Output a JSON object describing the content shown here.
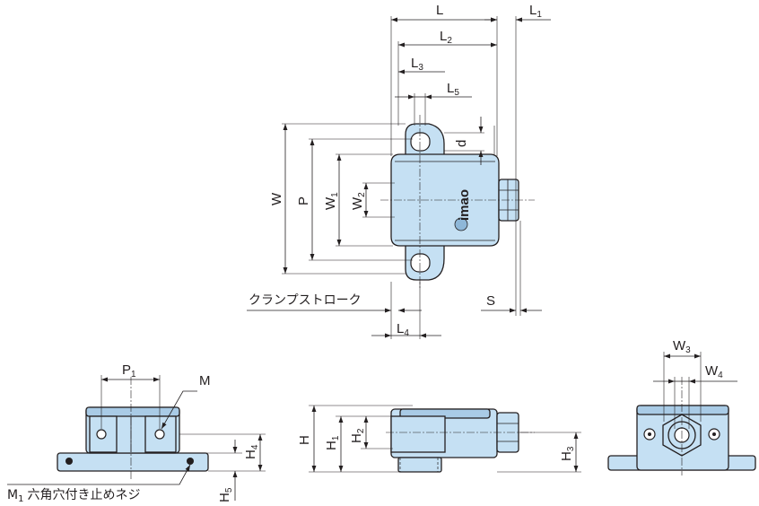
{
  "labels": {
    "L": "L",
    "L1": "L",
    "L1_sub": "1",
    "L2": "L",
    "L2_sub": "2",
    "L3": "L",
    "L3_sub": "3",
    "L4": "L",
    "L4_sub": "4",
    "L5": "L",
    "L5_sub": "5",
    "d": "d",
    "W": "W",
    "P": "P",
    "W1": "W",
    "W1_sub": "1",
    "W2": "W",
    "W2_sub": "2",
    "W3": "W",
    "W3_sub": "3",
    "W4": "W",
    "W4_sub": "4",
    "S": "S",
    "P1": "P",
    "P1_sub": "1",
    "M": "M",
    "H": "H",
    "H1": "H",
    "H1_sub": "1",
    "H2": "H",
    "H2_sub": "2",
    "H3": "H",
    "H3_sub": "3",
    "H4": "H",
    "H4_sub": "4",
    "H5": "H",
    "H5_sub": "5",
    "clamp_stroke": "クランプストローク",
    "m1_note_main": "M",
    "m1_note_sub": "1",
    "m1_note_text": "六角穴付き止めネジ",
    "logo": "imao"
  },
  "colors": {
    "part_fill": "#c5e0f3",
    "part_dark": "#a9cbe6",
    "line": "#231f20",
    "background": "#ffffff"
  }
}
